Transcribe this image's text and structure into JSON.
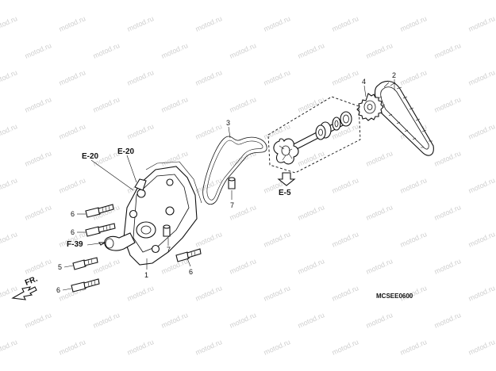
{
  "watermark": {
    "text": "motod.ru"
  },
  "callouts": {
    "p1": "1",
    "p2": "2",
    "p3": "3",
    "p4": "4",
    "p5": "5",
    "p6a": "6",
    "p6b": "6",
    "p6c": "6",
    "p6d": "6",
    "p7a": "7",
    "p7b": "7"
  },
  "references": {
    "e20_left": "E-20",
    "e20_right": "E-20",
    "e5": "E-5",
    "f39": "F-39"
  },
  "direction": {
    "label": "FR."
  },
  "drawing_code": "MCSEE0600"
}
